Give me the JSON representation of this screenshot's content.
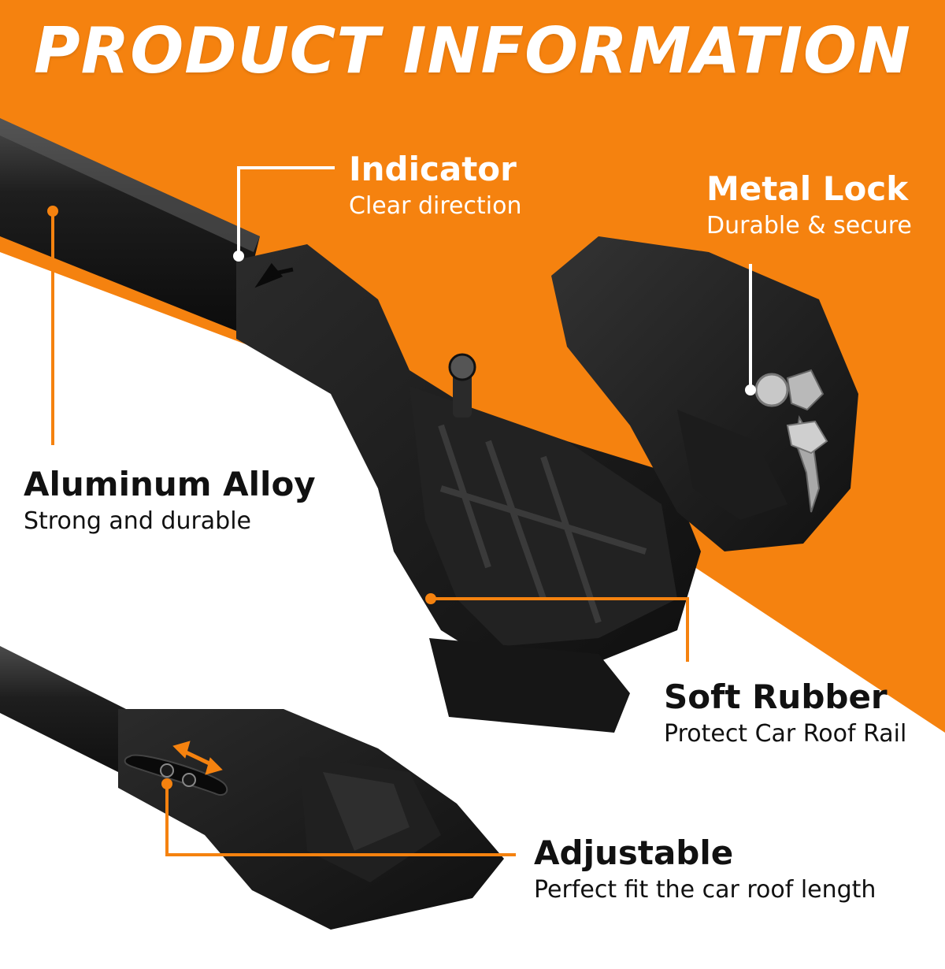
{
  "banner": {
    "title": "PRODUCT INFORMATION"
  },
  "features": {
    "indicator": {
      "heading": "Indicator",
      "subtext": "Clear direction"
    },
    "metal_lock": {
      "heading": "Metal Lock",
      "subtext": "Durable & secure"
    },
    "aluminum": {
      "heading": "Aluminum Alloy",
      "subtext": "Strong and durable"
    },
    "rubber": {
      "heading": "Soft Rubber",
      "subtext": "Protect Car Roof Rail"
    },
    "adjustable": {
      "heading": "Adjustable",
      "subtext": "Perfect fit the car roof length"
    }
  },
  "colors": {
    "accent": "#F5820F",
    "product": "#1b1b1b",
    "text_dark": "#111111",
    "text_light": "#ffffff"
  }
}
